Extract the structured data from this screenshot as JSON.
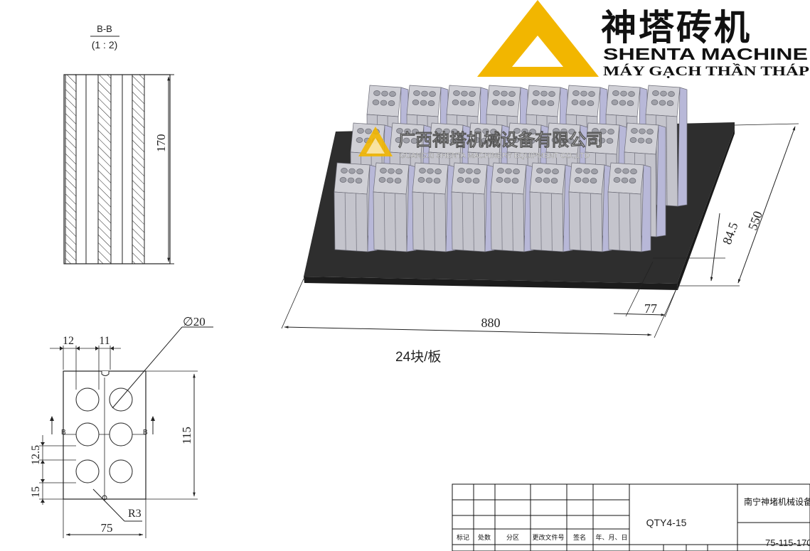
{
  "logo": {
    "name_cn": "神塔砖机",
    "name_en": "SHENTA MACHINE",
    "name_vn": "MÁY GẠCH THẦN THÁP",
    "brand_color": "#F2B600"
  },
  "watermark": {
    "company_cn": "广西神塔机械设备有限公司",
    "company_en": "GUANGXI SHENTA MACHINERY EQUIPMENT CO.,LTD"
  },
  "section_view": {
    "title": "B-B",
    "scale": "(1 : 2)",
    "height_label": "170"
  },
  "front_view": {
    "dia_label": "∅20",
    "width_12": "12",
    "width_11": "11",
    "height_115": "115",
    "spacing_12_5": "12.5",
    "spacing_15": "15",
    "radius_label": "R3",
    "width_75": "75",
    "section_mark_left": "B",
    "section_mark_right": "B"
  },
  "pallet_view": {
    "length_label": "880",
    "width_label": "550",
    "offset_77": "77",
    "offset_84_5": "84.5",
    "caption": "24块/板",
    "pallet_color": "#333333",
    "block_color": "#C4C4CC"
  },
  "title_block": {
    "headers": [
      "标记",
      "处数",
      "分区",
      "更改文件号",
      "签名",
      "年、月、日"
    ],
    "product_code": "QTY4-15",
    "company": "南宁神堵机械设备",
    "drawing_no": "75-115-170"
  }
}
